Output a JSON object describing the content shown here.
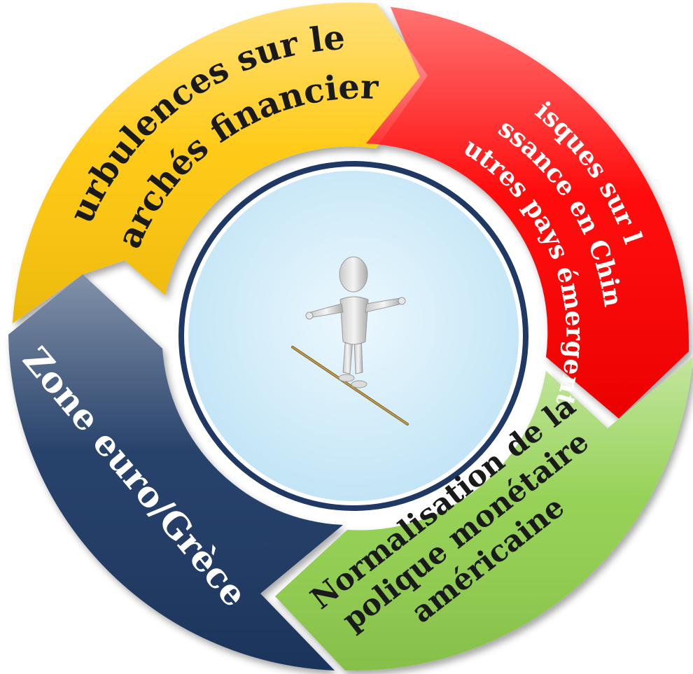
{
  "segments": [
    {
      "id": "turbulences",
      "lines": [
        "Turbulences sur les",
        "marchés financiers"
      ],
      "color": "#FFC80A",
      "text_color": "#1a1a1a"
    },
    {
      "id": "risques",
      "lines": [
        "Risques sur la",
        "croissance en Chine et",
        "autres pays émergents"
      ],
      "color": "#FF0000",
      "text_color": "#ffffff"
    },
    {
      "id": "normalisation",
      "lines": [
        "Normalisation de la",
        "polique monétaire",
        "américaine"
      ],
      "color": "#92D050",
      "text_color": "#1a1a1a"
    },
    {
      "id": "zone-euro",
      "lines": [
        "Zone euro/Grèce"
      ],
      "color": "#1F3864",
      "text_color": "#ffffff"
    }
  ],
  "center": {
    "fill": "#D3EDFA",
    "ring": "#1F3864",
    "figure": "tightrope-walker-figure"
  }
}
